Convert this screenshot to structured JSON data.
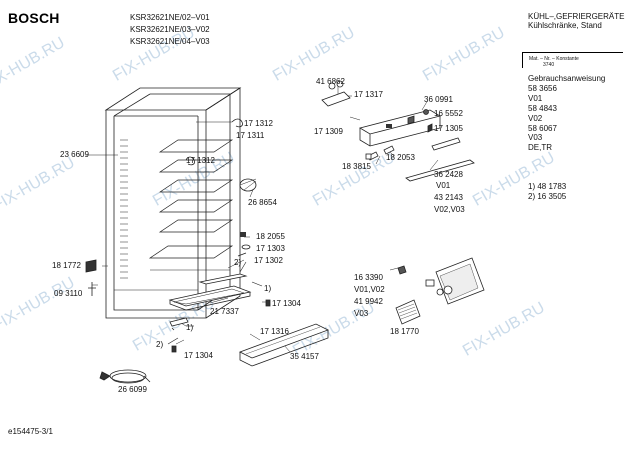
{
  "brand": "BOSCH",
  "models": [
    "KSR32621NE/02–V01",
    "KSR32621NE/03–V02",
    "KSR32621NE/04–V03"
  ],
  "category": [
    "KÜHL–,GEFRIERGERÄTE",
    "Kühlschränke, Stand"
  ],
  "material": [
    "Mat. – Nr. – Konstante",
    "3740"
  ],
  "side_info": [
    "Gebrauchsanweisung",
    "58 3656",
    "V01",
    "58 4843",
    "V02",
    "58 6067",
    "V03",
    "DE,TR"
  ],
  "notes": [
    "1)  48 1783",
    "2)  16 3505"
  ],
  "footer": "e154475-3/1",
  "watermark": "FIX-HUB.RU",
  "labels": {
    "p236609": "23 6609",
    "p171312a": "17 1312",
    "p171311": "17 1311",
    "p171312b": "17 1312",
    "p268654": "26 8654",
    "p182055": "18 2055",
    "p171303": "17 1303",
    "p171302": "17 1302",
    "p181772": "18 1772",
    "p093110": "09 3110",
    "p217337": "21 7337",
    "p171304a": "17 1304",
    "p171304b": "17 1304",
    "p171316": "17 1316",
    "p354157": "35 4157",
    "p266099": "26 6099",
    "p416862": "41 6862",
    "p171317": "17 1317",
    "p171309": "17 1309",
    "p360991": "36 0991",
    "p165552": "16 5552",
    "p171305": "17 1305",
    "p183815": "18 3815",
    "p182053": "18 2053",
    "p362428": "36 2428",
    "v01": "V01",
    "p432143": "43 2143",
    "v0203": "V02,V03",
    "p163390": "16 3390",
    "v0102": "V01,V02",
    "p419942": "41 9942",
    "v03": "V03",
    "p181770": "18 1770",
    "n1a": "1)",
    "n2a": "2)",
    "n1b": "1)",
    "n2b": "2)"
  }
}
